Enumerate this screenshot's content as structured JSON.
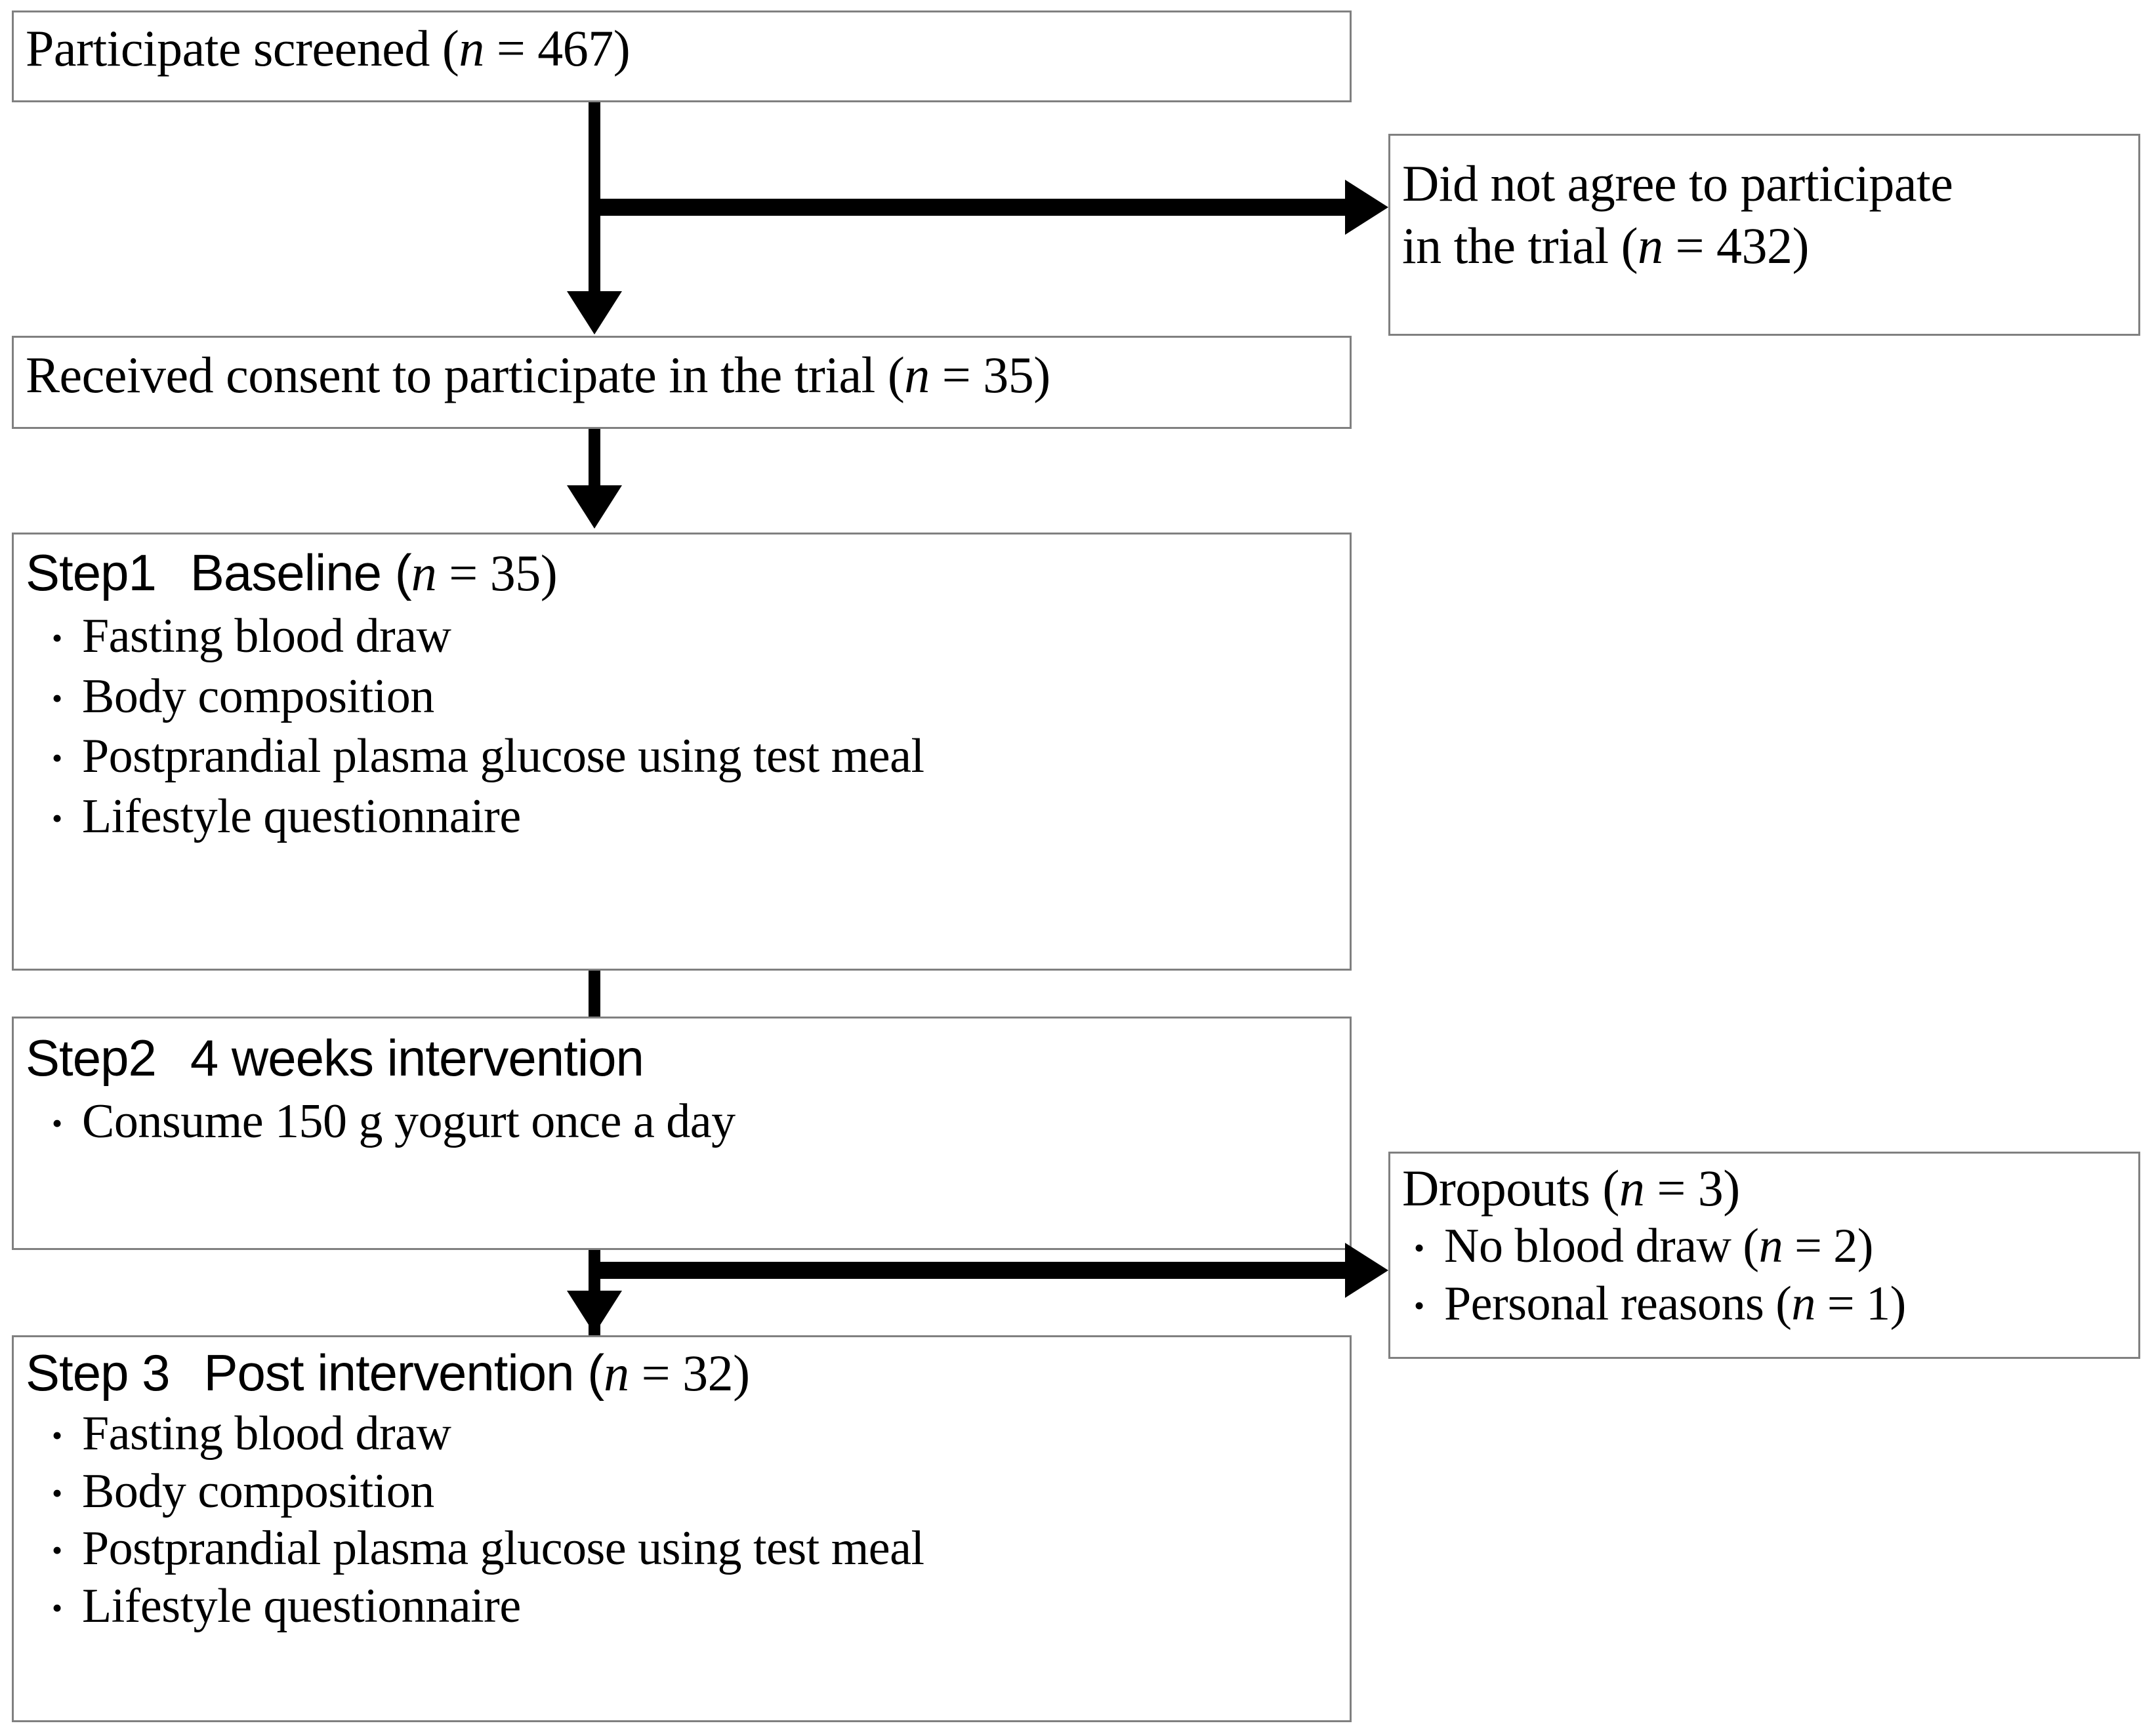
{
  "diagram": {
    "title": "CONSORT-style participant flow diagram",
    "boxes": {
      "screened": {
        "line1_a": "Participate screened (",
        "line1_n": "n",
        "line1_b": " = 467)"
      },
      "not_agree": {
        "line1_a": "Did not agree to participate",
        "line2_a": "in the trial (",
        "line2_n": "n",
        "line2_b": " = 432)"
      },
      "consent": {
        "line1_a": "Received consent to participate in the trial (",
        "line1_n": "n",
        "line1_b": " = 35)"
      },
      "step1": {
        "head_label": "Step1",
        "head_title": "Baseline (",
        "head_n": "n",
        "head_after": " = 35)",
        "bullets": [
          "Fasting blood draw",
          "Body composition",
          "Postprandial plasma glucose using test meal",
          "Lifestyle questionnaire"
        ]
      },
      "step2": {
        "head_label": "Step2",
        "head_title": "4 weeks intervention",
        "bullets": [
          "Consume 150 g yogurt once a day"
        ]
      },
      "dropouts": {
        "line1_a": "Dropouts (",
        "line1_n": "n",
        "line1_b": " = 3)",
        "bullets": [
          {
            "text_a": "No blood draw (",
            "n": "n",
            "text_b": " = 2)"
          },
          {
            "text_a": "Personal reasons (",
            "n": "n",
            "text_b": " = 1)"
          }
        ]
      },
      "step3": {
        "head_label": "Step 3",
        "head_title": "Post intervention (",
        "head_n": "n",
        "head_after": " = 32)",
        "bullets": [
          "Fasting blood draw",
          "Body composition",
          "Postprandial plasma glucose using test meal",
          "Lifestyle questionnaire"
        ]
      }
    },
    "colors": {
      "border": "#808080",
      "arrow": "#000000",
      "text": "#000000",
      "background": "#ffffff"
    }
  }
}
